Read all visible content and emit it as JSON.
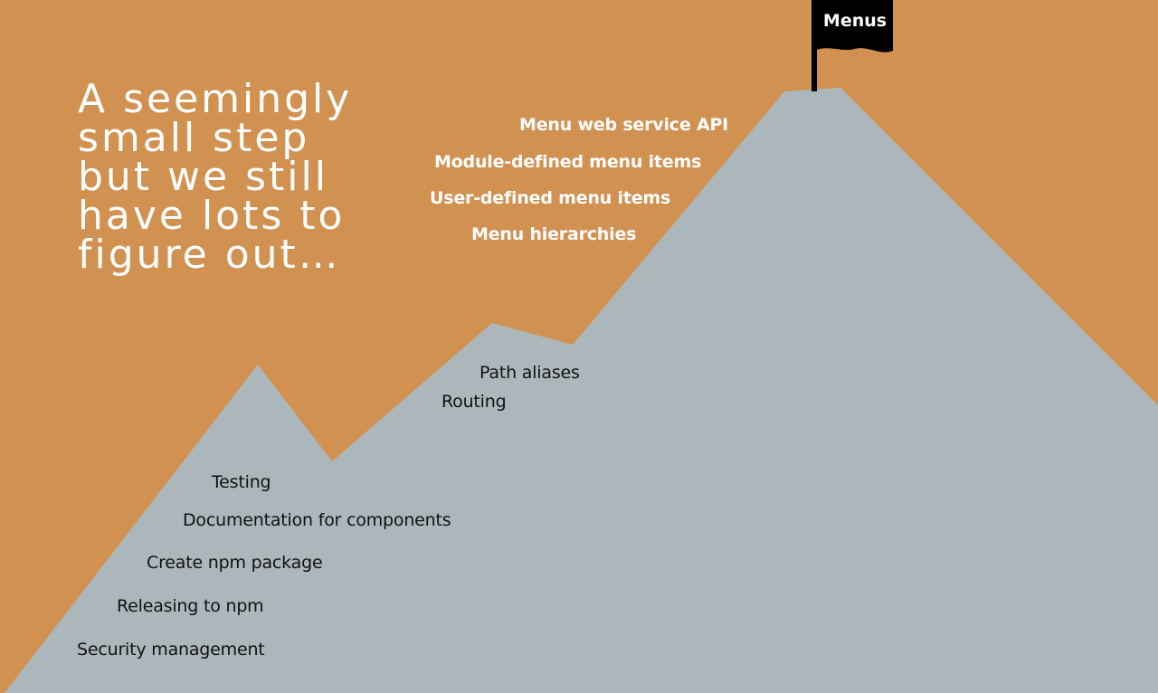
{
  "slide": {
    "background_color": "#d19150",
    "mountain_color": "#acb7bb",
    "headline": {
      "lines": [
        "A seemingly",
        "small step",
        "but we still",
        "have lots to",
        "figure out…"
      ]
    },
    "summit_flag": {
      "label": "Menus",
      "color": "#000000"
    },
    "upper_items": [
      "Menu web service API",
      "Module-defined menu items",
      "User-defined menu items",
      "Menu hierarchies"
    ],
    "middle_items": [
      "Path aliases",
      "Routing"
    ],
    "lower_items": [
      "Testing",
      "Documentation for components",
      "Create npm package",
      "Releasing to npm",
      "Security management"
    ]
  }
}
